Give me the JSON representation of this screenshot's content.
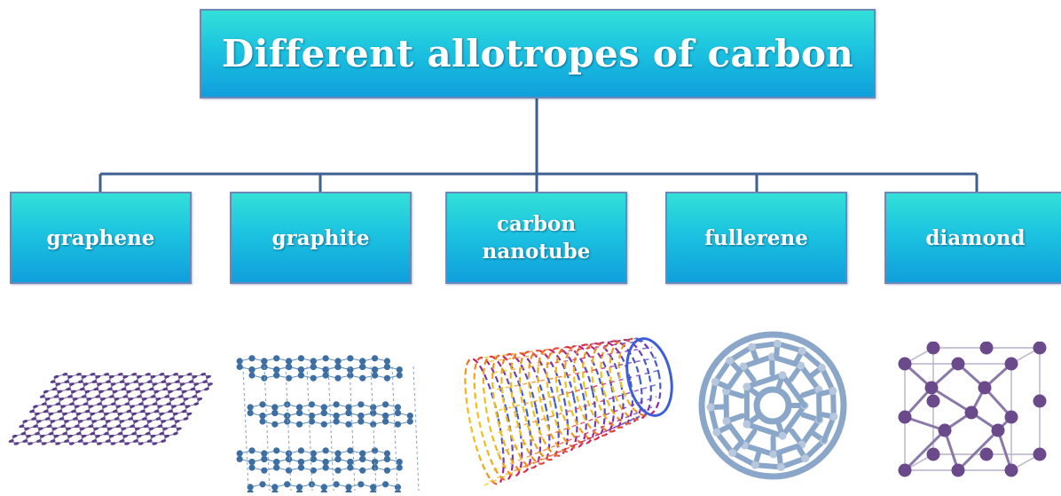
{
  "title": "Different allotropes of carbon",
  "allotropes": [
    {
      "label": "graphene"
    },
    {
      "label": "graphite"
    },
    {
      "label": "carbon nanotube"
    },
    {
      "label": "fullerene"
    },
    {
      "label": "diamond"
    }
  ],
  "colors": {
    "box_top": "#33e0d8",
    "box_bottom": "#109fdc",
    "box_border": "#6a88b8",
    "connector": "#3d5f92",
    "graphene_atom": "#5a3d8a",
    "graphite_atom": "#3d6fa3",
    "fullerene": "#8aa6c8",
    "diamond_atom": "#6a4a8a"
  }
}
